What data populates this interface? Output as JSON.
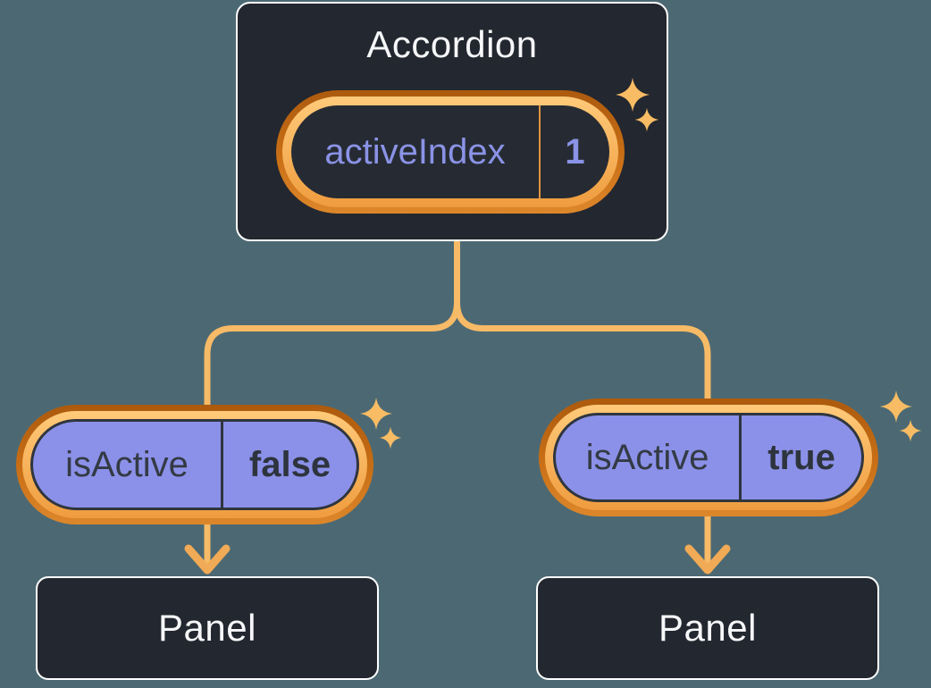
{
  "accordion": {
    "title": "Accordion",
    "state_pill": {
      "label": "activeIndex",
      "value": "1"
    }
  },
  "children": {
    "left": {
      "prop_pill": {
        "label": "isActive",
        "value": "false"
      },
      "panel": {
        "title": "Panel"
      }
    },
    "right": {
      "prop_pill": {
        "label": "isActive",
        "value": "true"
      },
      "panel": {
        "title": "Panel"
      }
    }
  },
  "icons": {
    "sparkle": "sparkle-icon",
    "arrow": "down-arrow-icon"
  },
  "colors": {
    "canvas_background": "#4C6973",
    "node_fill": "#23272F",
    "node_border": "#FFFFFF",
    "node_text": "#F6F7F9",
    "pill_purple_fill": "#8B91E8",
    "pill_purple_text": "#8A93E6",
    "pill_dark_text": "#2E343D",
    "pill_ring_outer_top": "#AC5A0E",
    "pill_ring_outer_bottom": "#DD872B",
    "pill_ring_inner_top": "#FFCA7A",
    "pill_ring_inner_bottom": "#EF9C3E",
    "connector_line": "#F7BA66",
    "arrow": "#F1AA55",
    "sparkle": "#F8BC64"
  }
}
